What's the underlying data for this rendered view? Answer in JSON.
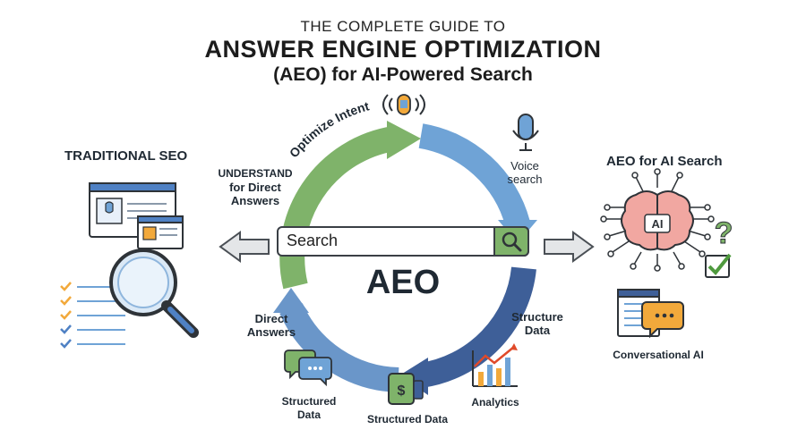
{
  "header": {
    "line1": "THE COMPLETE GUIDE TO",
    "line2": "ANSWER ENGINE OPTIMIZATION",
    "line3": "(AEO) for AI-Powered Search"
  },
  "left": {
    "title": "TRADITIONAL SEO"
  },
  "right": {
    "title": "AEO for AI Search",
    "brain_label": "AI",
    "question_mark": "?",
    "conversational": "Conversational AI"
  },
  "center": {
    "search_placeholder": "Search",
    "core_label": "AEO",
    "arc_label": "Optimize Intent",
    "labels": {
      "understand_line1": "UNDERSTAND",
      "understand_line2": "for Direct",
      "understand_line3": "Answers",
      "voice_line1": "Voice",
      "voice_line2": "search",
      "structure_line1": "Structure",
      "structure_line2": "Data",
      "direct_line1": "Direct",
      "direct_line2": "Answers",
      "structured_left_line1": "Structured",
      "structured_left_line2": "Data",
      "structured_bottom": "Structured Data",
      "analytics": "Analytics"
    }
  },
  "icons": {
    "audio": "broadcast-icon",
    "mic": "microphone-icon",
    "chat": "chat-bubbles-icon",
    "money": "dollar-device-icon",
    "chart": "analytics-chart-icon",
    "brain": "brain-circuit-icon",
    "check": "checkbox-icon",
    "doc_chat": "document-chat-icon",
    "magnifier": "magnifier-icon",
    "browser": "browser-window-icon"
  },
  "colors": {
    "green": "#7fb36a",
    "light_blue": "#6fa3d6",
    "dark_blue": "#3e5f98",
    "orange": "#f2a93b",
    "brain_pink": "#f1a7a1"
  }
}
